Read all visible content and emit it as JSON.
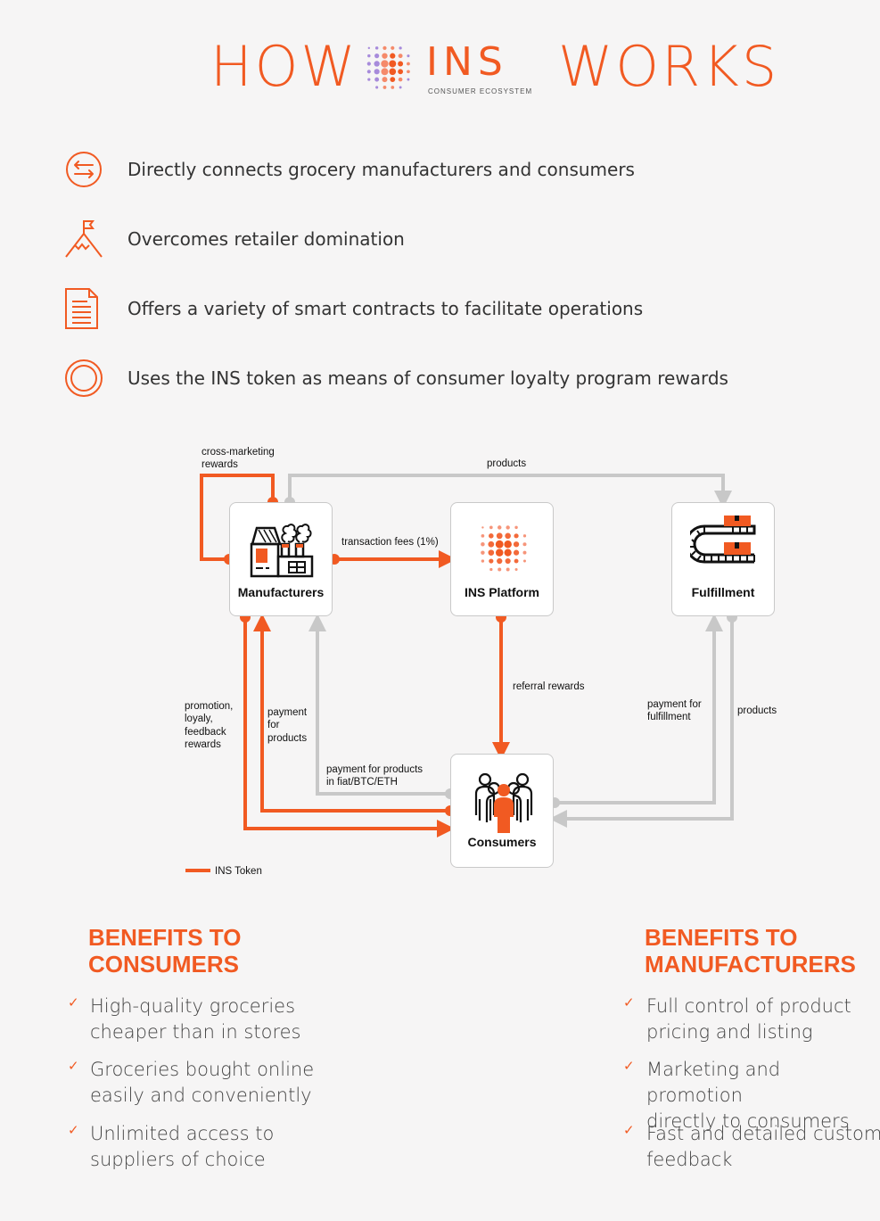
{
  "header": {
    "how": "HOW",
    "brand": "INS",
    "brand_sub": "CONSUMER ECOSYSTEM",
    "works": "WORKS"
  },
  "features": [
    {
      "icon": "arrows-exchange-icon",
      "text": "Directly connects grocery manufacturers and consumers"
    },
    {
      "icon": "mountain-flag-icon",
      "text": "Overcomes retailer domination"
    },
    {
      "icon": "document-icon",
      "text": "Offers a variety of smart contracts to facilitate operations"
    },
    {
      "icon": "token-ring-icon",
      "text": "Uses the INS token as means of consumer loyalty program rewards"
    }
  ],
  "diagram": {
    "nodes": {
      "manufacturers": "Manufacturers",
      "platform": "INS Platform",
      "fulfillment": "Fulfillment",
      "consumers": "Consumers"
    },
    "edges": {
      "cross_marketing": "cross-marketing\nrewards",
      "products_top": "products",
      "transaction_fees": "transaction fees (1%)",
      "referral_rewards": "referral rewards",
      "promotion_rewards": "promotion,\nloyaly,\nfeedback\nrewards",
      "payment_for_products": "payment\nfor\nproducts",
      "payment_fiat": "payment for products\nin fiat/BTC/ETH",
      "payment_fulfillment": "payment for\nfulfillment",
      "products_right": "products"
    },
    "legend": "INS Token",
    "colors": {
      "token": "#f15a22",
      "other": "#c8c8c8"
    }
  },
  "benefits": {
    "consumers": {
      "title": "BENEFITS TO\nCONSUMERS",
      "items": [
        "High-quality groceries\ncheaper than in stores",
        "Groceries bought online\neasily and conveniently",
        "Unlimited access to\nsuppliers of choice"
      ]
    },
    "manufacturers": {
      "title": "BENEFITS TO\nMANUFACTURERS",
      "items": [
        "Full control of product\npricing and listing",
        "Marketing and promotion\ndirectly to consumers",
        "Fast and detailed customer\nfeedback"
      ]
    }
  }
}
